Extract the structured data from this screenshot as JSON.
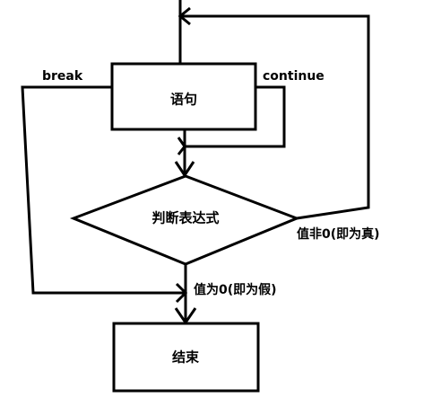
{
  "nodes": {
    "statement": "语句",
    "condition": "判断表达式",
    "end": "结束"
  },
  "edge_labels": {
    "break": "break",
    "continue": "continue",
    "true_branch": "值非0(即为真)",
    "false_branch": "值为0(即为假)"
  }
}
